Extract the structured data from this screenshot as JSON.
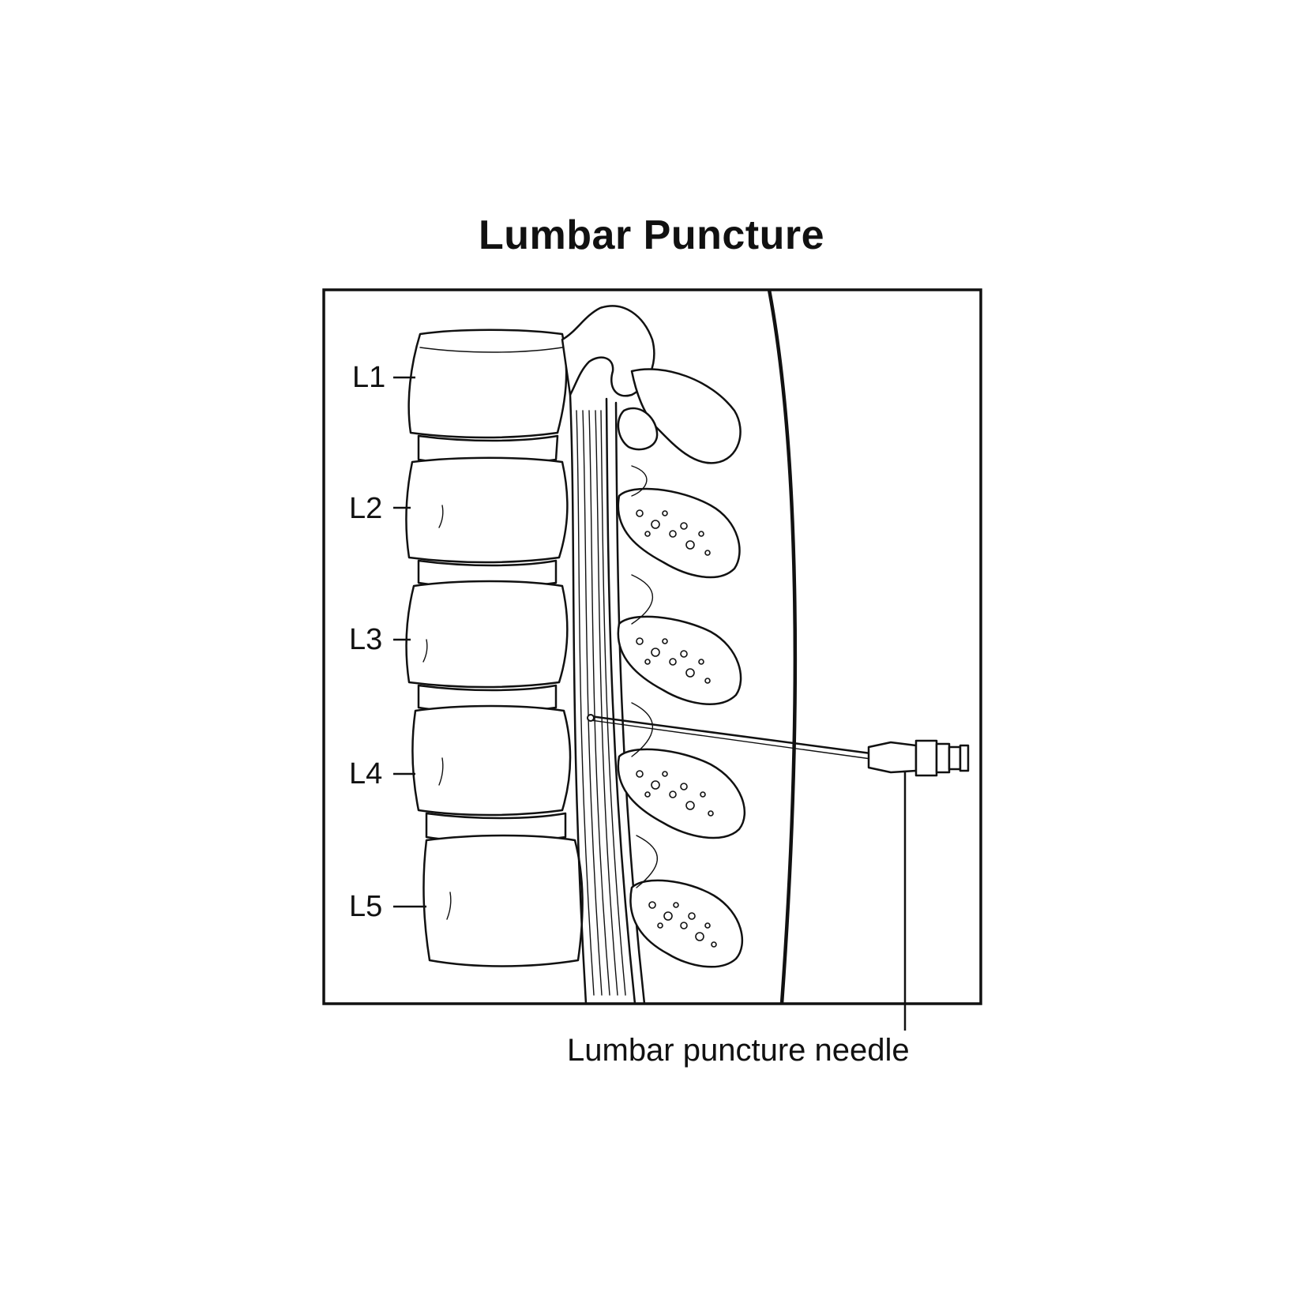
{
  "title": "Lumbar Puncture",
  "vertebra_labels": [
    "L1",
    "L2",
    "L3",
    "L4",
    "L5"
  ],
  "needle_label": "Lumbar puncture needle"
}
